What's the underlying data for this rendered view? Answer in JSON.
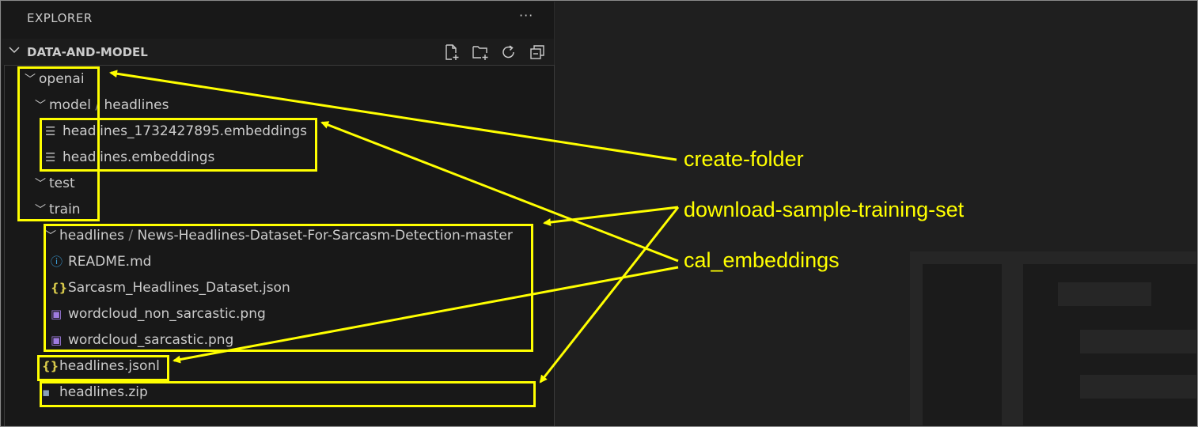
{
  "explorer": {
    "title": "EXPLORER",
    "more": "···"
  },
  "workspace": {
    "title": "DATA-AND-MODEL",
    "icons": [
      "new-file-icon",
      "new-folder-icon",
      "refresh-icon",
      "collapse-all-icon"
    ]
  },
  "tree": {
    "openai": "openai",
    "model": "model",
    "headlines_dir": "headlines",
    "embeddings_ts": "headlines_1732427895.embeddings",
    "embeddings": "headlines.embeddings",
    "test": "test",
    "train": "train",
    "headlines_dir2": "headlines",
    "dataset_dir": "News-Headlines-Dataset-For-Sarcasm-Detection-master",
    "readme": "README.md",
    "sarcasm_json": "Sarcasm_Headlines_Dataset.json",
    "wc_non": "wordcloud_non_sarcastic.png",
    "wc_sar": "wordcloud_sarcastic.png",
    "jsonl": "headlines.jsonl",
    "zip": "headlines.zip"
  },
  "annotations": {
    "create_folder": "create-folder",
    "download": "download-sample-training-set",
    "cal_embeddings": "cal_embeddings"
  },
  "colors": {
    "annotation": "#ffff00",
    "sidebar_bg": "#181818",
    "editor_bg": "#1f1f1f"
  }
}
